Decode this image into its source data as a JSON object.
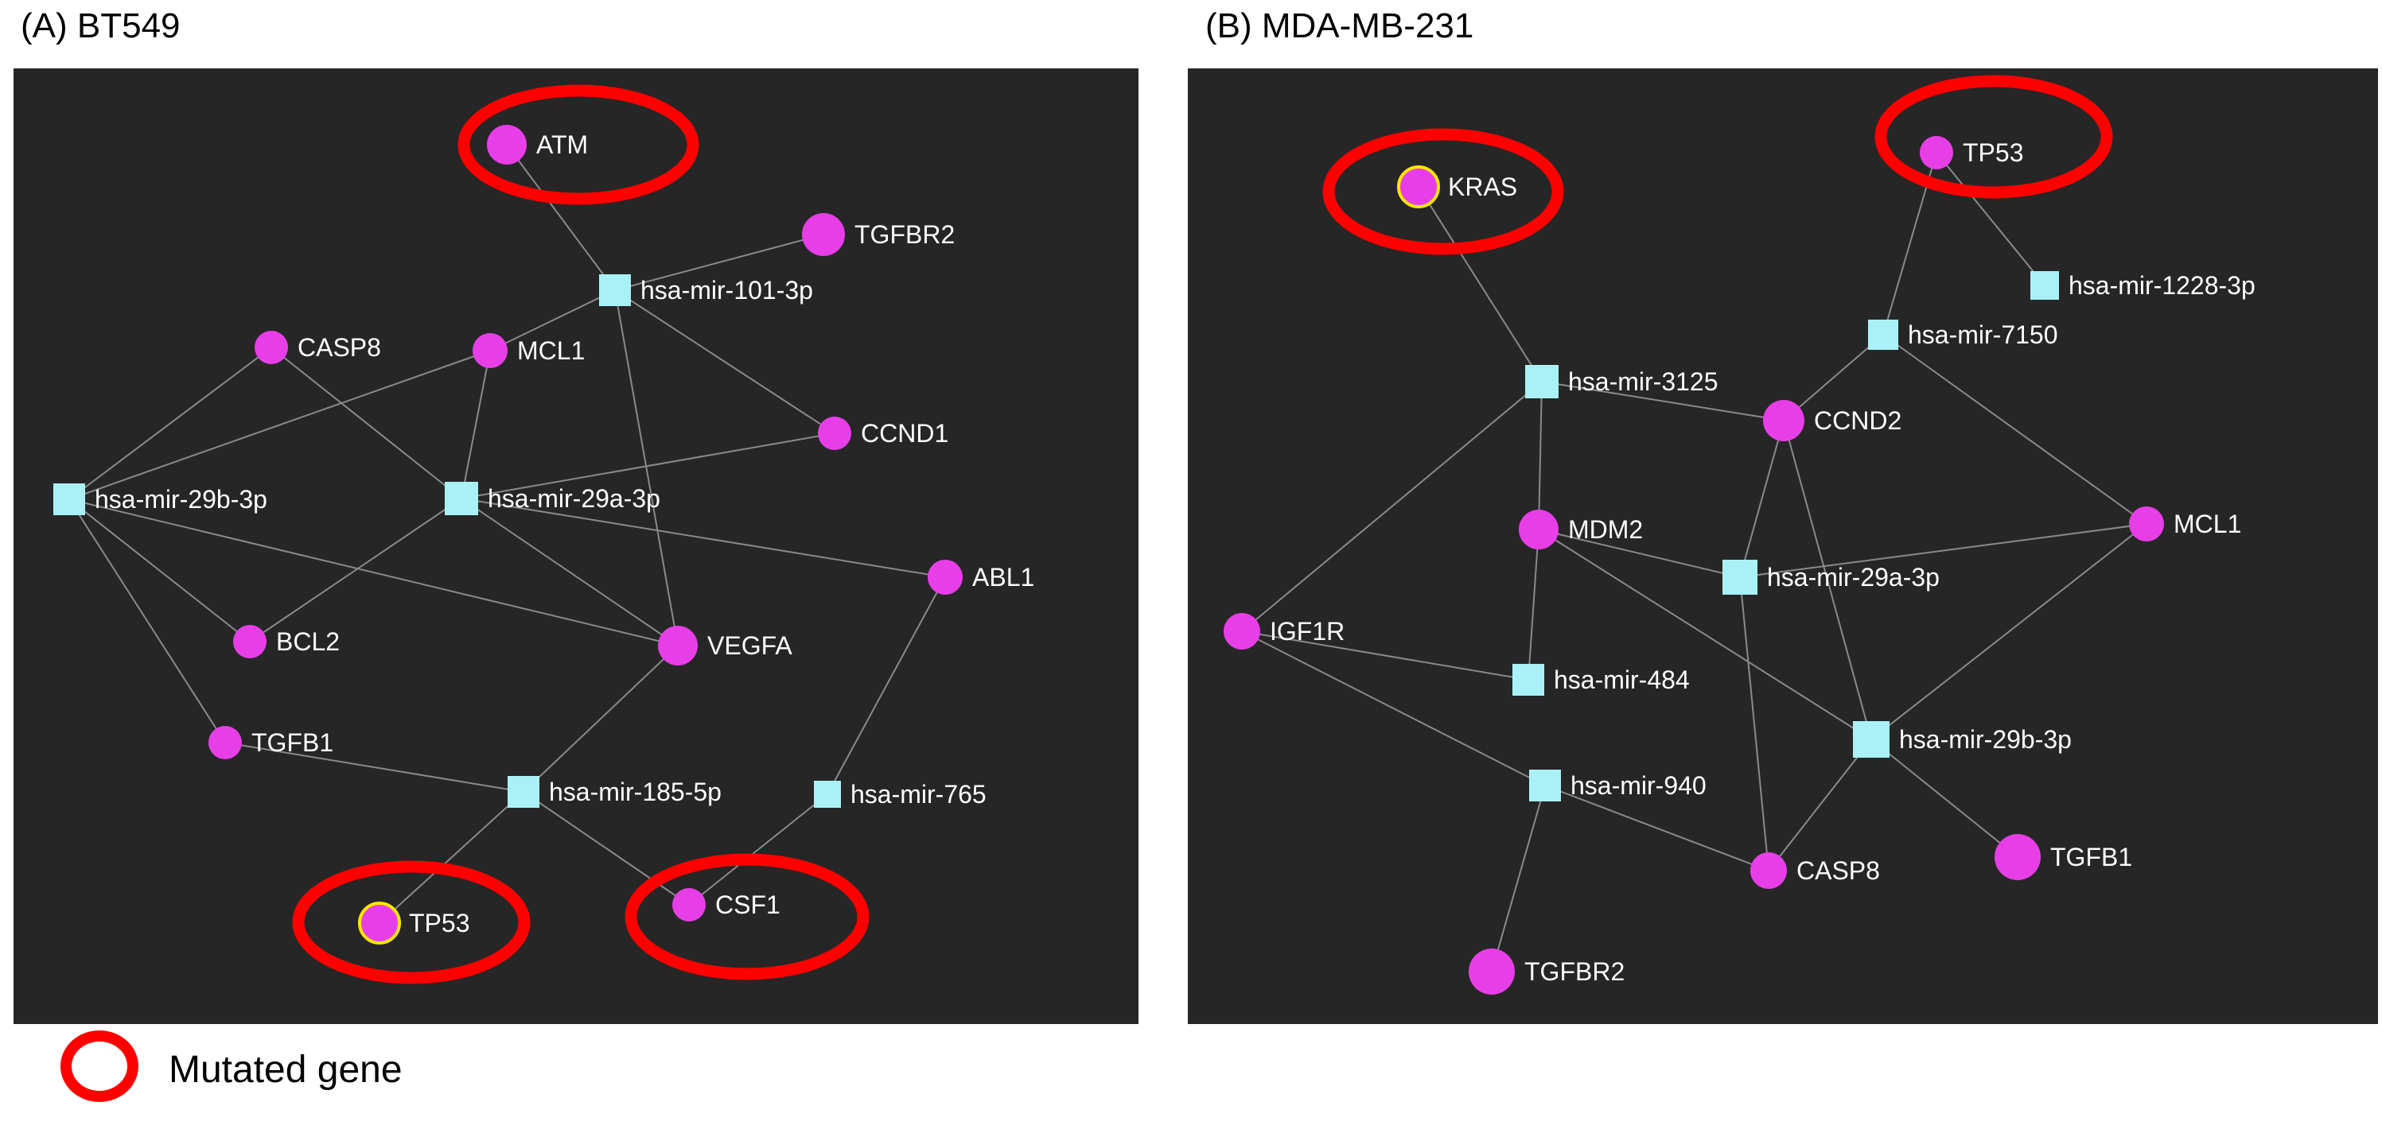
{
  "figure": {
    "panels": [
      {
        "id": "a",
        "title": "(A) BT549",
        "nodes": [
          {
            "id": "ATM",
            "label": "ATM",
            "kind": "gene",
            "mutated": true,
            "highlight_outline": false
          },
          {
            "id": "TGFBR2",
            "label": "TGFBR2",
            "kind": "gene",
            "mutated": false,
            "highlight_outline": false
          },
          {
            "id": "mir101",
            "label": "hsa-mir-101-3p",
            "kind": "mirna"
          },
          {
            "id": "CASP8",
            "label": "CASP8",
            "kind": "gene",
            "mutated": false,
            "highlight_outline": false
          },
          {
            "id": "MCL1",
            "label": "MCL1",
            "kind": "gene",
            "mutated": false,
            "highlight_outline": false
          },
          {
            "id": "CCND1",
            "label": "CCND1",
            "kind": "gene",
            "mutated": false,
            "highlight_outline": false
          },
          {
            "id": "mir29b",
            "label": "hsa-mir-29b-3p",
            "kind": "mirna"
          },
          {
            "id": "mir29a",
            "label": "hsa-mir-29a-3p",
            "kind": "mirna"
          },
          {
            "id": "ABL1",
            "label": "ABL1",
            "kind": "gene",
            "mutated": false,
            "highlight_outline": false
          },
          {
            "id": "BCL2",
            "label": "BCL2",
            "kind": "gene",
            "mutated": false,
            "highlight_outline": false
          },
          {
            "id": "VEGFA",
            "label": "VEGFA",
            "kind": "gene",
            "mutated": false,
            "highlight_outline": false
          },
          {
            "id": "TGFB1",
            "label": "TGFB1",
            "kind": "gene",
            "mutated": false,
            "highlight_outline": false
          },
          {
            "id": "mir185",
            "label": "hsa-mir-185-5p",
            "kind": "mirna"
          },
          {
            "id": "mir765",
            "label": "hsa-mir-765",
            "kind": "mirna"
          },
          {
            "id": "TP53",
            "label": "TP53",
            "kind": "gene",
            "mutated": true,
            "highlight_outline": true
          },
          {
            "id": "CSF1",
            "label": "CSF1",
            "kind": "gene",
            "mutated": true,
            "highlight_outline": false
          }
        ],
        "edges": [
          [
            "ATM",
            "mir101"
          ],
          [
            "TGFBR2",
            "mir101"
          ],
          [
            "mir101",
            "MCL1"
          ],
          [
            "mir101",
            "CCND1"
          ],
          [
            "mir101",
            "VEGFA"
          ],
          [
            "mir29b",
            "CASP8"
          ],
          [
            "mir29b",
            "MCL1"
          ],
          [
            "mir29b",
            "BCL2"
          ],
          [
            "mir29b",
            "TGFB1"
          ],
          [
            "mir29b",
            "VEGFA"
          ],
          [
            "mir29a",
            "CASP8"
          ],
          [
            "mir29a",
            "MCL1"
          ],
          [
            "mir29a",
            "CCND1"
          ],
          [
            "mir29a",
            "BCL2"
          ],
          [
            "mir29a",
            "VEGFA"
          ],
          [
            "mir29a",
            "ABL1"
          ],
          [
            "mir185",
            "VEGFA"
          ],
          [
            "mir185",
            "TGFB1"
          ],
          [
            "mir185",
            "TP53"
          ],
          [
            "mir185",
            "CSF1"
          ],
          [
            "mir765",
            "ABL1"
          ],
          [
            "mir765",
            "CSF1"
          ]
        ]
      },
      {
        "id": "b",
        "title": "(B) MDA-MB-231",
        "nodes": [
          {
            "id": "KRAS",
            "label": "KRAS",
            "kind": "gene",
            "mutated": true,
            "highlight_outline": true
          },
          {
            "id": "TP53",
            "label": "TP53",
            "kind": "gene",
            "mutated": true,
            "highlight_outline": false
          },
          {
            "id": "mir1228",
            "label": "hsa-mir-1228-3p",
            "kind": "mirna"
          },
          {
            "id": "mir7150",
            "label": "hsa-mir-7150",
            "kind": "mirna"
          },
          {
            "id": "mir3125",
            "label": "hsa-mir-3125",
            "kind": "mirna"
          },
          {
            "id": "CCND2",
            "label": "CCND2",
            "kind": "gene",
            "mutated": false,
            "highlight_outline": false
          },
          {
            "id": "MCL1",
            "label": "MCL1",
            "kind": "gene",
            "mutated": false,
            "highlight_outline": false
          },
          {
            "id": "MDM2",
            "label": "MDM2",
            "kind": "gene",
            "mutated": false,
            "highlight_outline": false
          },
          {
            "id": "mir29a",
            "label": "hsa-mir-29a-3p",
            "kind": "mirna"
          },
          {
            "id": "IGF1R",
            "label": "IGF1R",
            "kind": "gene",
            "mutated": false,
            "highlight_outline": false
          },
          {
            "id": "mir484",
            "label": "hsa-mir-484",
            "kind": "mirna"
          },
          {
            "id": "mir29b",
            "label": "hsa-mir-29b-3p",
            "kind": "mirna"
          },
          {
            "id": "mir940",
            "label": "hsa-mir-940",
            "kind": "mirna"
          },
          {
            "id": "CASP8",
            "label": "CASP8",
            "kind": "gene",
            "mutated": false,
            "highlight_outline": false
          },
          {
            "id": "TGFB1",
            "label": "TGFB1",
            "kind": "gene",
            "mutated": false,
            "highlight_outline": false
          },
          {
            "id": "TGFBR2",
            "label": "TGFBR2",
            "kind": "gene",
            "mutated": false,
            "highlight_outline": false
          }
        ],
        "edges": [
          [
            "KRAS",
            "mir3125"
          ],
          [
            "TP53",
            "mir1228"
          ],
          [
            "TP53",
            "mir7150"
          ],
          [
            "mir7150",
            "CCND2"
          ],
          [
            "mir7150",
            "MCL1"
          ],
          [
            "mir3125",
            "CCND2"
          ],
          [
            "mir3125",
            "MDM2"
          ],
          [
            "mir3125",
            "IGF1R"
          ],
          [
            "CCND2",
            "mir29a"
          ],
          [
            "CCND2",
            "mir29b"
          ],
          [
            "MDM2",
            "mir29a"
          ],
          [
            "MDM2",
            "mir484"
          ],
          [
            "MDM2",
            "mir29b"
          ],
          [
            "mir29a",
            "MCL1"
          ],
          [
            "mir29a",
            "CASP8"
          ],
          [
            "IGF1R",
            "mir484"
          ],
          [
            "IGF1R",
            "mir940"
          ],
          [
            "mir29b",
            "MCL1"
          ],
          [
            "mir29b",
            "CASP8"
          ],
          [
            "mir29b",
            "TGFB1"
          ],
          [
            "mir940",
            "CASP8"
          ],
          [
            "mir940",
            "TGFBR2"
          ]
        ]
      }
    ],
    "legend": {
      "label": "Mutated gene",
      "icon": "red-ring-icon"
    },
    "colors": {
      "background": "#262626",
      "gene_node": "#e83ee8",
      "mirna_node": "#a9f1f7",
      "edge": "#8a8a8a",
      "mutation_ring": "#ff0000",
      "node_outline": "#ffe600",
      "node_label": "#ffffff"
    }
  }
}
